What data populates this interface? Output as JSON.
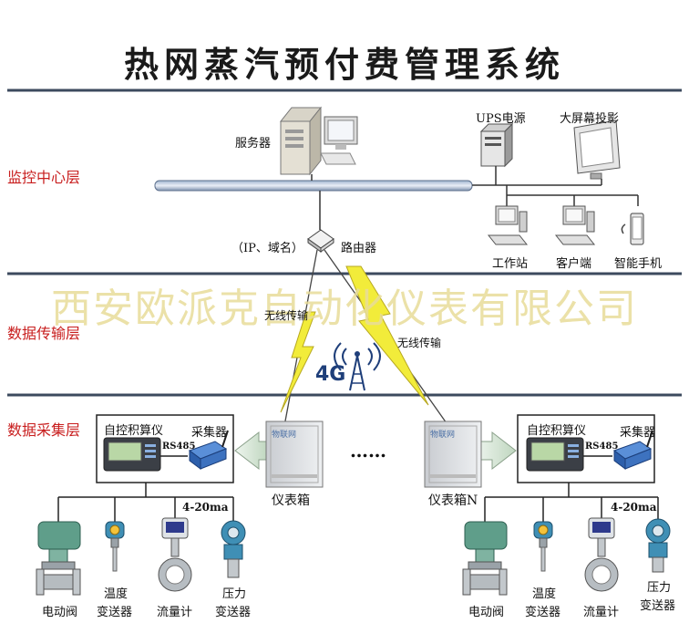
{
  "title": "热网蒸汽预付费管理系统",
  "watermark": "西安欧派克自动化仪表有限公司",
  "layers": {
    "monitor": "监控中心层",
    "transmission": "数据传输层",
    "collection": "数据采集层"
  },
  "center": {
    "server": "服务器",
    "ups": "UPS电源",
    "screen": "大屏幕投影",
    "workstation": "工作站",
    "client": "客户端",
    "phone": "智能手机",
    "ip": "（IP、域名）",
    "router": "路由器"
  },
  "transmission": {
    "wireless_1": "无线传输",
    "wireless_2": "无线传输",
    "network": "4G"
  },
  "collection": {
    "box_left": "仪表箱",
    "box_right": "仪表箱N",
    "ellipsis": "……",
    "box_plate": "物联网",
    "integrator": "自控积算仪",
    "collector": "采集器",
    "rs485": "RS485",
    "signal": "4-20ma",
    "valve": "电动阀",
    "temp_line1": "温度",
    "temp_line2": "变送器",
    "flow": "流量计",
    "pressure_line1": "压力",
    "pressure_line2": "变送器"
  },
  "colors": {
    "layer_label": "#c81e1e",
    "divider": "#3c4a5e",
    "lightning": "#f2ec3a",
    "watermark": "#e8dc9a",
    "valve_body": "#5f9e8a",
    "transmitter": "#3f8fb5"
  }
}
